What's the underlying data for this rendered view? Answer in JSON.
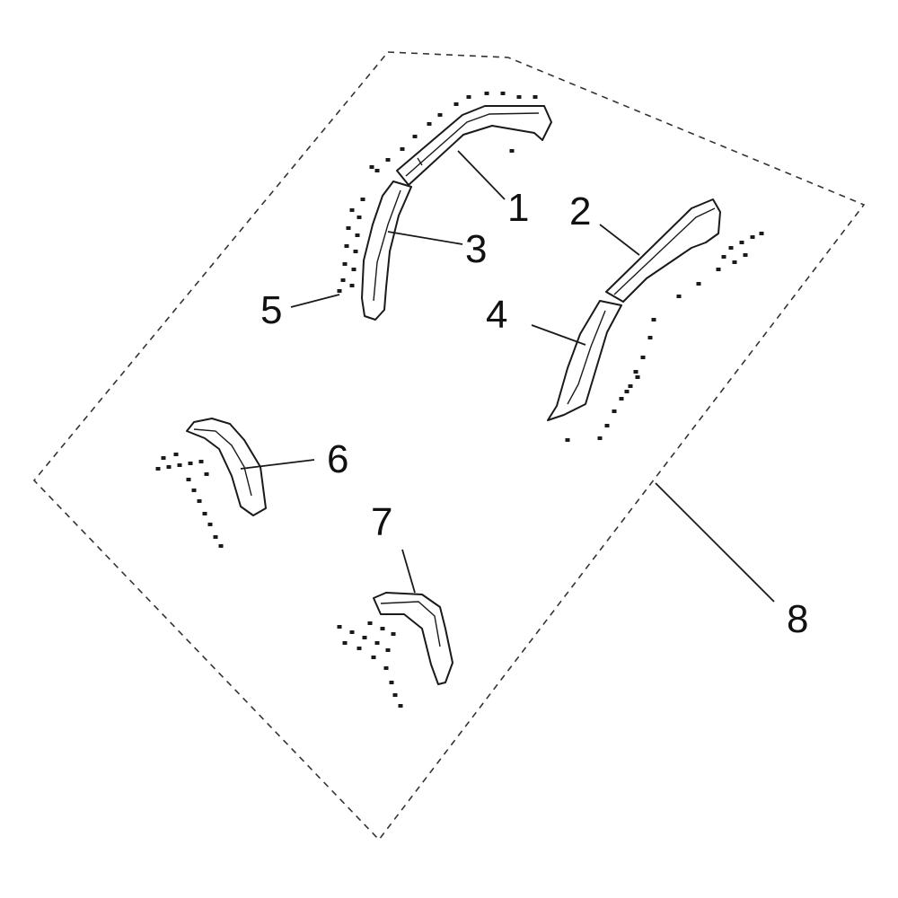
{
  "diagram": {
    "type": "exploded-parts-view",
    "line_color": "#1a1a1a",
    "callouts": [
      {
        "id": "1",
        "label": "1"
      },
      {
        "id": "2",
        "label": "2"
      },
      {
        "id": "3",
        "label": "3"
      },
      {
        "id": "4",
        "label": "4"
      },
      {
        "id": "5",
        "label": "5"
      },
      {
        "id": "6",
        "label": "6"
      },
      {
        "id": "7",
        "label": "7"
      },
      {
        "id": "8",
        "label": "8"
      }
    ]
  }
}
